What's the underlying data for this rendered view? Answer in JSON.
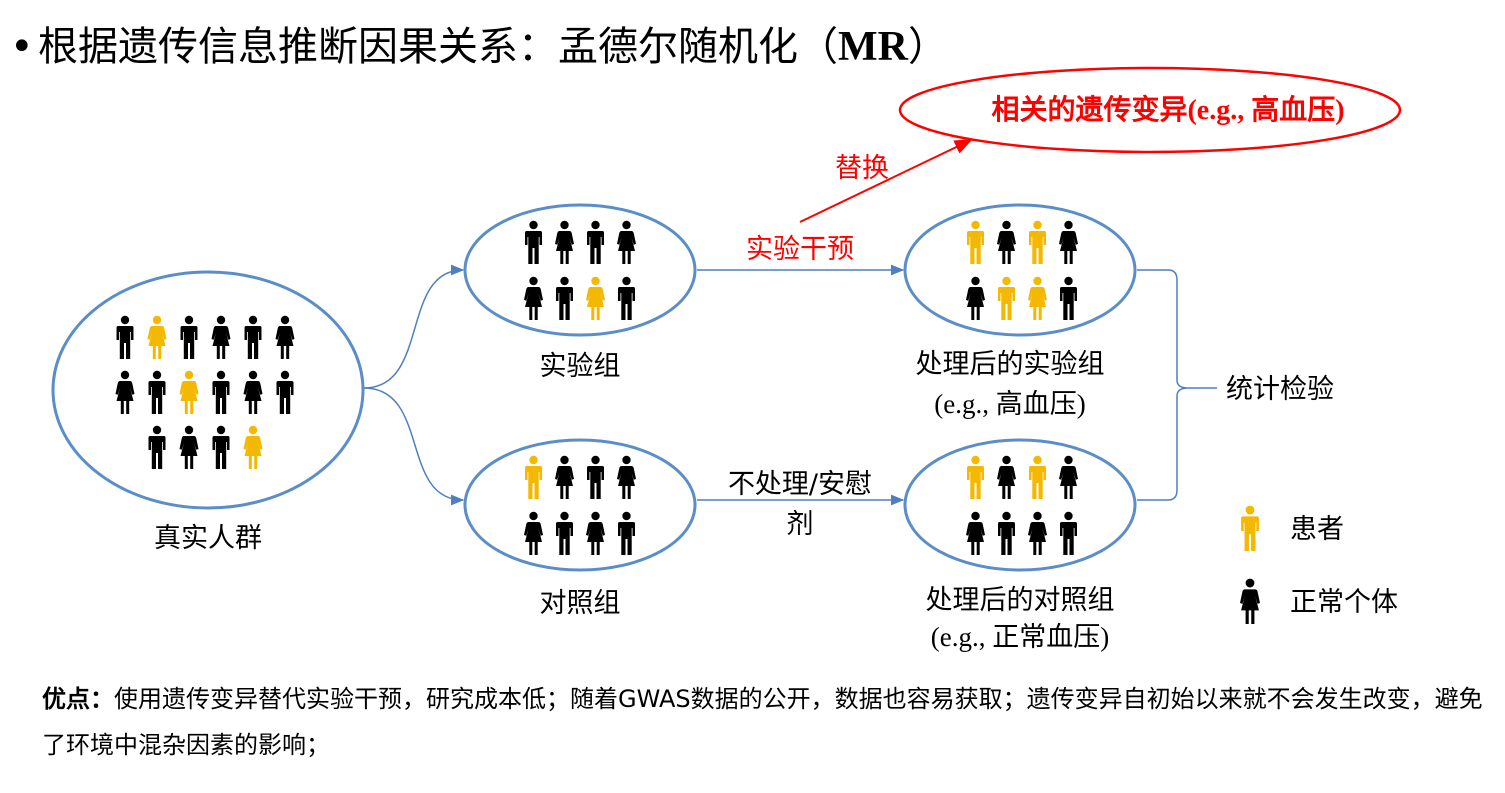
{
  "slide": {
    "bullet": "•",
    "title_text": "根据遗传信息推断因果关系：孟德尔随机化（",
    "title_bold": "MR",
    "title_close": "）"
  },
  "colors": {
    "patient": "#f5b800",
    "normal": "#000000",
    "circle_stroke": "#5b8ec8",
    "connector": "#4f7fc0",
    "accent": "#ff0000"
  },
  "groups": {
    "population": {
      "label": "真实人群",
      "rows": [
        [
          "n",
          "p",
          "n",
          "n",
          "n",
          "n"
        ],
        [
          "n",
          "n",
          "p",
          "n",
          "n",
          "n"
        ],
        [
          "n",
          "n",
          "n",
          "p"
        ]
      ]
    },
    "experimental": {
      "label": "实验组",
      "rows": [
        [
          "n",
          "n",
          "n",
          "n"
        ],
        [
          "n",
          "n",
          "p",
          "n"
        ]
      ]
    },
    "control": {
      "label": "对照组",
      "rows": [
        [
          "p",
          "n",
          "n",
          "n"
        ],
        [
          "n",
          "n",
          "n",
          "n"
        ]
      ]
    },
    "treated_experimental": {
      "label_line1": "处理后的实验组",
      "label_line2": "(e.g., 高血压)",
      "rows": [
        [
          "p",
          "n",
          "p",
          "n"
        ],
        [
          "n",
          "p",
          "p",
          "n"
        ]
      ]
    },
    "treated_control": {
      "label_line1": "处理后的对照组",
      "label_line2": "(e.g., 正常血压)",
      "rows": [
        [
          "p",
          "n",
          "p",
          "n"
        ],
        [
          "n",
          "n",
          "n",
          "n"
        ]
      ]
    }
  },
  "arrows": {
    "intervention": "实验干预",
    "no_treatment_line1": "不处理/安慰",
    "no_treatment_line2": "剂",
    "replace": "替换"
  },
  "genetic_variant": "相关的遗传变异(e.g., 高血压)",
  "statistical_test": "统计检验",
  "legend": {
    "patient": "患者",
    "normal": "正常个体"
  },
  "advantages": {
    "label": "优点：",
    "text": "使用遗传变异替代实验干预，研究成本低；随着GWAS数据的公开，数据也容易获取；遗传变异自初始以来就不会发生改变，避免了环境中混杂因素的影响；"
  }
}
